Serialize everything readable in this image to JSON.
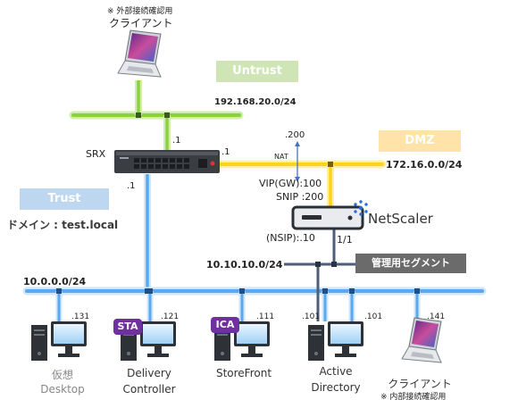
{
  "zones": {
    "untrust": "Untrust",
    "dmz": "DMZ",
    "trust": "Trust",
    "mgmt": "管理用セグメント"
  },
  "colors": {
    "untrust_bg": "#cfe5b5",
    "untrust_text": "#ffffff",
    "dmz_bg": "#ffe3a8",
    "trust_bg": "#bcd7ef",
    "mgmt_bg": "#6b6b6b",
    "green_line": "#8cd13b",
    "yellow_line": "#ffd21f",
    "blue_line": "#5aa8f0",
    "slate_line": "#4d5e7a",
    "badge": "#7030a0"
  },
  "networks": {
    "untrust_subnet": "192.168.20.0/24",
    "dmz_subnet": "172.16.0.0/24",
    "trust_subnet": "10.0.0.0/24",
    "mgmt_subnet": "10.10.10.0/24",
    "domain": "ドメイン : test.local"
  },
  "external_client": {
    "note": "※ 外部接続確認用",
    "label": "クライアント"
  },
  "srx": {
    "label": "SRX",
    "ip_untrust": ".1",
    "ip_dmz": ".1",
    "ip_trust": ".1"
  },
  "netscaler": {
    "label": "NetScaler",
    "nat_ip": ".200",
    "nat_label": "NAT",
    "vip": "VIP(GW):100",
    "snip": "SNIP :200",
    "nsip": "(NSIP):.10",
    "port": "1/1"
  },
  "hosts": [
    {
      "name_line1": "仮想",
      "name_line2": "Desktop",
      "ip": ".131",
      "badge": "",
      "grey": true
    },
    {
      "name_line1": "Delivery",
      "name_line2": "Controller",
      "ip": ".121",
      "badge": "STA",
      "grey": false
    },
    {
      "name_line1": "StoreFront",
      "name_line2": "",
      "ip": ".111",
      "badge": "ICA",
      "grey": false
    },
    {
      "name_line1": "Active",
      "name_line2": "Directory",
      "ip": ".101",
      "ip2": ".101",
      "badge": "",
      "grey": false
    },
    {
      "name_line1": "クライアント",
      "name_line2": "※ 内部接続確認用",
      "ip": ".141",
      "badge": "",
      "grey": false
    }
  ]
}
